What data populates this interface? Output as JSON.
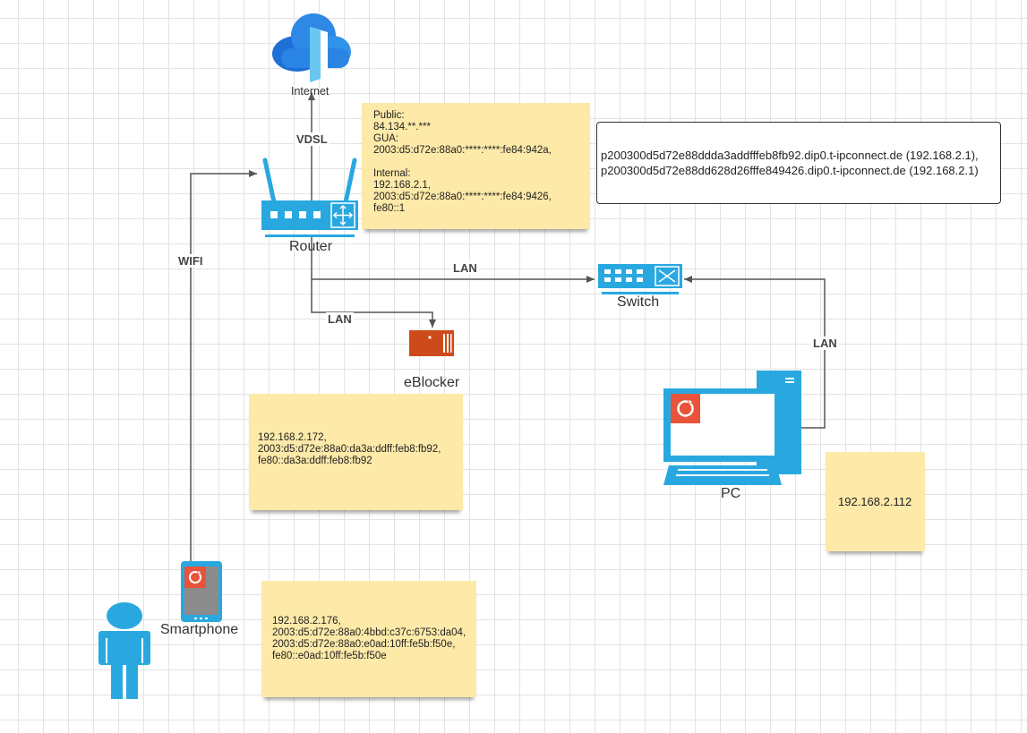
{
  "nodes": {
    "internet": "Internet",
    "router": "Router",
    "switch": "Switch",
    "eblocker": "eBlocker",
    "pc": "PC",
    "smartphone": "Smartphone"
  },
  "edges": {
    "vdsl": "VDSL",
    "wifi": "WIFI",
    "router_switch": "LAN",
    "router_eblocker": "LAN",
    "pc_switch": "LAN"
  },
  "notes": {
    "router": [
      "Public:",
      "84.134.**.***",
      "GUA:",
      "2003:d5:d72e:88a0:****:****:fe84:942a,",
      "",
      "Internal:",
      "192.168.2.1,",
      "2003:d5:d72e:88a0:****:****:fe84:9426,",
      "fe80::1"
    ],
    "eblocker": [
      "192.168.2.172,",
      "2003:d5:d72e:88a0:da3a:ddff:feb8:fb92,",
      "fe80::da3a:ddff:feb8:fb92"
    ],
    "smartphone": [
      "192.168.2.176,",
      "2003:d5:d72e:88a0:4bbd:c37c:6753:da04,",
      "2003:d5:d72e:88a0:e0ad:10ff:fe5b:f50e,",
      "fe80::e0ad:10ff:fe5b:f50e"
    ],
    "pc": "192.168.2.112"
  },
  "hostnames": [
    "p200300d5d72e88ddda3addfffeb8fb92.dip0.t-ipconnect.de (192.168.2.1),",
    "p200300d5d72e88dd628d26fffe849426.dip0.t-ipconnect.de (192.168.2.1)"
  ],
  "colors": {
    "device_blue": "#29a8e0",
    "eblocker_orange": "#cf4a1a",
    "sticky_yellow": "#fde9a8",
    "connector_gray": "#555555"
  },
  "icons": {
    "internet": "cloud-icon",
    "router": "router-icon",
    "switch": "switch-icon",
    "eblocker": "eblocker-icon",
    "pc": "desktop-pc-icon",
    "smartphone": "smartphone-icon",
    "user": "user-icon"
  }
}
